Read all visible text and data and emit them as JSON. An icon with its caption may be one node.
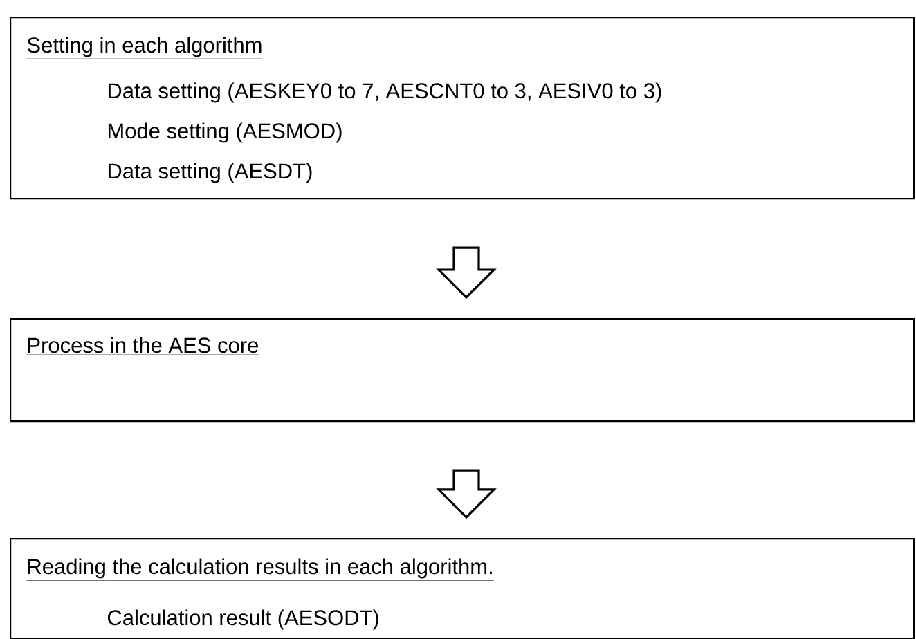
{
  "diagram": {
    "nodes": [
      {
        "text": [
          "Setting in each algorithm",
          "Data setting (AESKEY0 to 7, AESCNT0 to 3, AESIV0 to 3)",
          "Mode setting (AESMOD)",
          "Data setting (AESDT)"
        ]
      },
      {
        "text": [
          "Process in the AES core"
        ]
      },
      {
        "text": [
          "Reading the calculation results in each algorithm.",
          "Calculation result (AESODT)"
        ]
      }
    ],
    "edges": [
      {
        "from": 0,
        "to": 1,
        "arrow": "to"
      },
      {
        "from": 1,
        "to": 2,
        "arrow": "to"
      }
    ]
  }
}
